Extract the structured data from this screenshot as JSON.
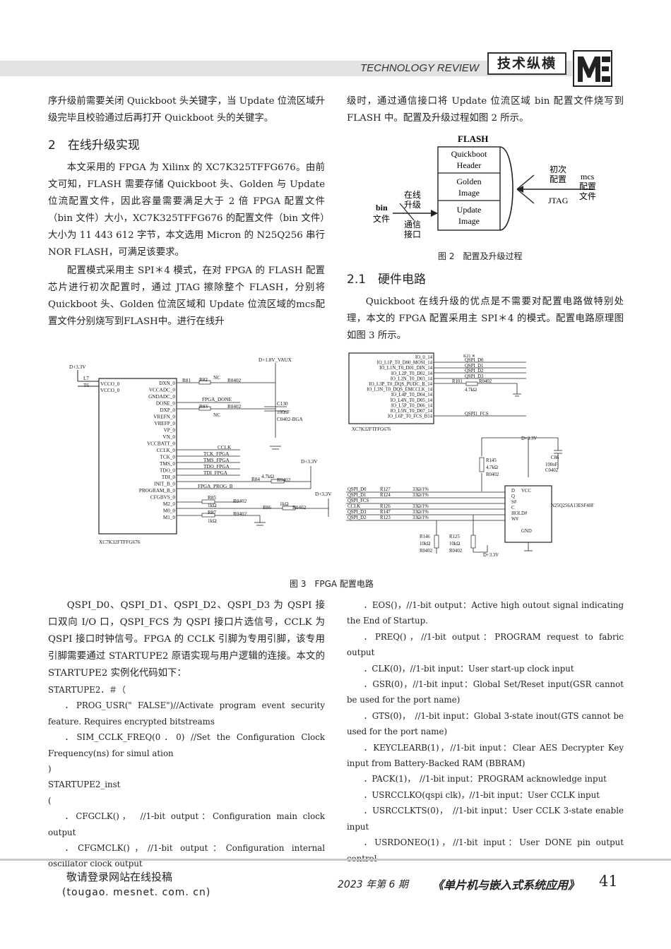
{
  "header": {
    "en_title": "TECHNOLOGY REVIEW",
    "cn_title": "技术纵横"
  },
  "left_col": {
    "p0": "序升级前需要关闭 Quickboot 头关键字，当 Update 位流区域升级完毕且校验通过后再打开 Quickboot 头的关键字。",
    "h2": "2　在线升级实现",
    "p1": "本文采用的 FPGA 为 Xilinx 的 XC7K325TFFG676。由前文可知，FLASH 需要存储 Quickboot 头、Golden 与 Update 位流配置文件，因此容量需要满足大于 2 倍 FPGA 配置文件（bin 文件）大小，XC7K325TFFG676 的配置文件（bin 文件）大小为 11 443 612 字节，本文选用 Micron 的 N25Q256 串行 NOR FLASH，可满足该要求。",
    "p2": "配置模式采用主 SPI＊4 模式，在对 FPGA 的 FLASH 配置芯片进行初次配置时，通过 JTAG 擦除整个 FLASH，分别将 Quickboot 头、Golden 位流区域和 Update 位流区域的mcs配置文件分别烧写到FLASH中。进行在线升"
  },
  "right_col": {
    "p0": "级时，通过通信接口将 Update 位流区域 bin 配置文件烧写到 FLASH 中。配置及升级过程如图 2 所示。",
    "h21": "2.1　硬件电路",
    "p1": "Quickboot 在线升级的优点是不需要对配置电路做特别处理，本文的 FPGA 配置采用主 SPI＊4 的模式。配置电路原理图如图 3 所示。"
  },
  "fig2": {
    "caption": "图 2　配置及升级过程",
    "flash": "FLASH",
    "box1a": "Quickboot",
    "box1b": "Header",
    "box2a": "Golden",
    "box2b": "Image",
    "box3a": "Update",
    "box3b": "Image",
    "bin_a": "bin",
    "bin_b": "文件",
    "online_a": "在线",
    "online_b": "升级",
    "comm_a": "通信",
    "comm_b": "接口",
    "init_a": "初次",
    "init_b": "配置",
    "jtag": "JTAG",
    "mcs_a": "mcs",
    "mcs_b": "配置",
    "mcs_c": "文件"
  },
  "fig3": {
    "caption": "图 3　FPGA 配置电路",
    "chip1": "XC7K32FTFFG676",
    "chip2": "XC7K32FTFFG676",
    "flash_part": "N25Q256A13ESF40F",
    "p33": "D+3.3V",
    "p18": "D+1.8V_VAUX",
    "left_pins": [
      "VCCO_0",
      "VCCO_0",
      "DXN_0",
      "VCCADC_0",
      "GNDADC_0",
      "DONE_0",
      "DXP_0",
      "VREFN_0",
      "VREFP_0",
      "VP_0",
      "VN_0",
      "VCCBATT_0",
      "CCLK_0",
      "TCK_0",
      "TMS_0",
      "TDO_0",
      "TDI_0",
      "INIT_B_0",
      "PROGRAM_B_0",
      "CFGBVS_0",
      "M2_0",
      "M0_0",
      "M1_0"
    ],
    "left_nets": [
      "NC",
      "FPGA_DONE",
      "NC",
      "CCLK",
      "TCK_FPGA",
      "TMS_FPGA",
      "TDO_FPGA",
      "TDI_FPGA",
      "FPGA_PROG_B"
    ],
    "left_res": [
      "R81",
      "R82",
      "R0402",
      "R83",
      "R0402",
      "R84",
      "4.7kΩ",
      "R0402",
      "R85",
      "1kΩ",
      "R0402",
      "R86",
      "1kΩ",
      "R0402",
      "R87",
      "1kΩ",
      "R0402"
    ],
    "cap": [
      "C130",
      "100nF",
      "C0402-BGA"
    ],
    "right_top_pins": [
      "IO_0_14",
      "IO_L1P_T0_D00_MOSI_14",
      "IO_L1N_T0_D01_DIN_14",
      "IO_L2P_T0_D02_14",
      "IO_L2N_T0_D03_14",
      "IO_L3P_T0_DQS_PUDC_B_14",
      "IO_L3N_T0_DQS_EMCCLK_14",
      "IO_L4P_T0_D04_14",
      "IO_L4N_T0_D05_14",
      "IO_L5P_T0_D06_14",
      "IO_L5N_T0_D07_14",
      "IO_L6P_T0_FCS_B14"
    ],
    "right_top_nets": [
      "QSPI_D0",
      "QSPI_D1",
      "QSPI_D2",
      "QSPI_D3",
      "R101",
      "R0402",
      "4.7kΩ",
      "QSPI1_FCS"
    ],
    "qspi_nets": [
      "QSPI_D0",
      "QSPI_D1",
      "QSPI_FCS",
      "CCLK",
      "QSPI_D3",
      "QSPI_D2"
    ],
    "qspi_res": [
      "R127",
      "R124",
      "R126",
      "R147",
      "R123"
    ],
    "res_val": "33Ω/1%",
    "flash_pins": [
      "D",
      "Q",
      "S#",
      "C",
      "HOLD#",
      "W#",
      "VCC",
      "GND"
    ],
    "misc": [
      "R145",
      "4.7kΩ",
      "R0402",
      "C86",
      "100nF",
      "C0402",
      "R146",
      "10kΩ",
      "R0402",
      "R125",
      "10kΩ",
      "R0402"
    ]
  },
  "left_col2": {
    "p0": "QSPI_D0、QSPI_D1、QSPI_D2、QSPI_D3 为 QSPI 接口双向 I/O 口，QSPI_FCS 为 QSPI 接口片选信号，CCLK 为 QSPI 接口时钟信号。FPGA 的 CCLK 引脚为专用引脚，该专用引脚需要通过 STARTUPE2 原语实现与用户逻辑的连接。本文的 STARTUPE2 实例化代码如下：",
    "code": [
      "STARTUPE2．＃（",
      "．PROG_USR(\" FALSE\")//Activate program event security feature. Requires encrypted bitstreams",
      "．SIM_CCLK_FREQ(0．0) //Set the Configuration Clock Frequency(ns) for simul ation",
      ")",
      "STARTUPE2_inst",
      "(",
      "．CFGCLK()，　//1-bit output：Configuration main clock output",
      "．CFGMCLK()，//1-bit output：Configuration internal oscillator clock output"
    ]
  },
  "right_col2": {
    "code": [
      "．EOS()，//1-bit output：Active high outout signal indicating the End of Startup.",
      "．PREQ()，//1-bit output：PROGRAM request to fabric output",
      "．CLK(0)，//1-bit input：User start-up clock input",
      "．GSR(0)，//1-bit input：Global Set/Reset input(GSR cannot be used for the port name)",
      "．GTS(0)，　//1-bit input：Global 3-state inout(GTS cannot be used for the port name)",
      "．KEYCLEARB(1)，//1-bit input：Clear AES Decrypter Key input from Battery-Backed RAM (BBRAM)",
      "．PACK(1)，　//1-bit input：PROGRAM acknowledge input",
      "．USRCCLKO(qspi clk)，//1-bit input：User CCLK input",
      "．USRCCLKTS(0)，　//1-bit input：User CCLK 3-state enable input",
      "．USRDONEO(1)，//1-bit input：User DONE pin output control"
    ]
  },
  "footer": {
    "submit": "敬请登录网站在线投稿",
    "site": "(tougao. mesnet. com. cn)",
    "issue": "2023 年第 6 期",
    "journal": "《单片机与嵌入式系统应用》",
    "page": "41"
  }
}
